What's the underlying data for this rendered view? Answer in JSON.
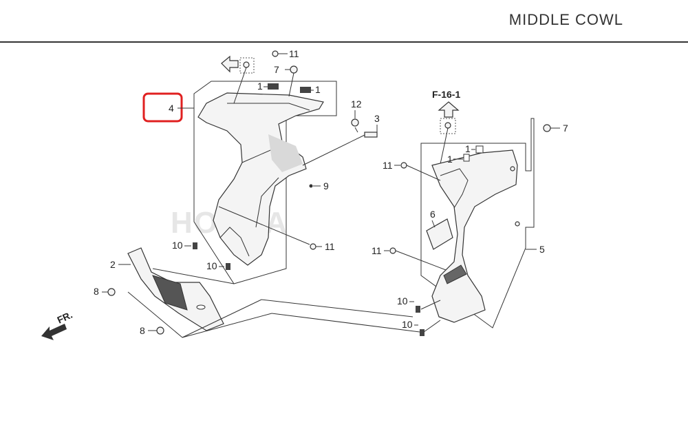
{
  "header": {
    "title": "MIDDLE COWL"
  },
  "watermark": {
    "text": "HONDA"
  },
  "callouts": {
    "part_4": "4",
    "part_2": "2",
    "part_5": "5",
    "part_6": "6",
    "part_3": "3",
    "part_9": "9",
    "part_12": "12",
    "part_1a": "1",
    "part_1b": "1",
    "part_1c": "1",
    "part_1d": "1",
    "part_7a": "7",
    "part_7b": "7",
    "part_8a": "8",
    "part_8b": "8",
    "part_10a": "10",
    "part_10b": "10",
    "part_10c": "10",
    "part_10d": "10",
    "part_11a": "11",
    "part_11b": "11",
    "part_11c": "11",
    "part_11d": "11"
  },
  "reference": {
    "label": "F-16-1"
  },
  "direction": {
    "label": "FR."
  },
  "highlight": {
    "target": "4",
    "color": "#e02020"
  }
}
